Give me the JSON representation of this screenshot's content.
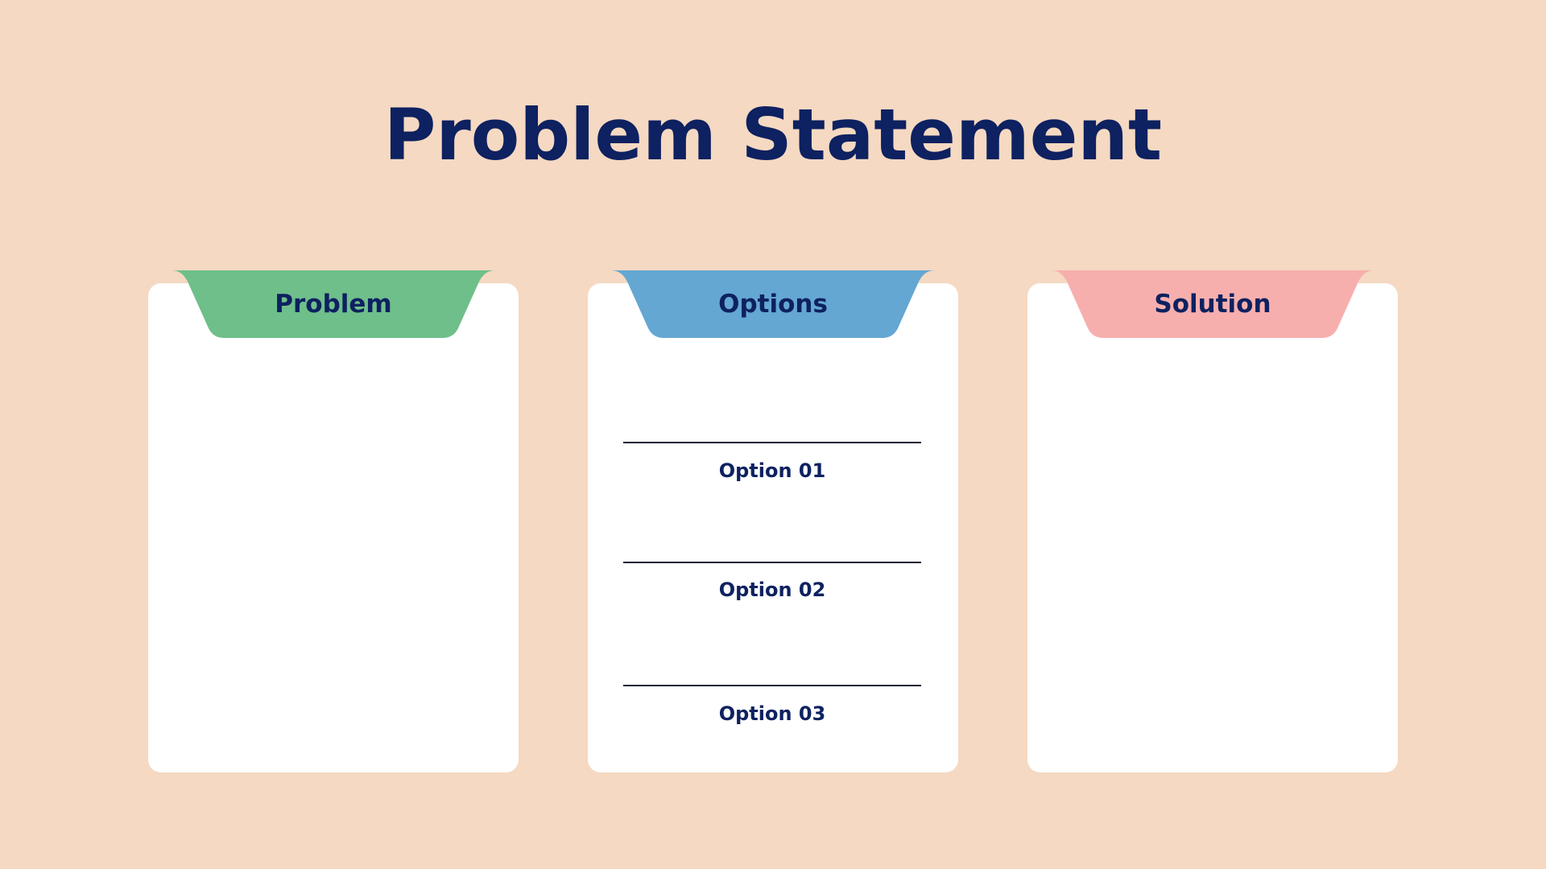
{
  "slide": {
    "title": "Problem Statement",
    "background_color": "#F5D9C2",
    "text_color": "#0E2160"
  },
  "columns": [
    {
      "id": "problem",
      "label": "Problem",
      "tab_color": "#6FBF8A",
      "content": ""
    },
    {
      "id": "options",
      "label": "Options",
      "tab_color": "#64A7D3",
      "options": [
        {
          "label": "Option 01"
        },
        {
          "label": "Option 02"
        },
        {
          "label": "Option 03"
        }
      ]
    },
    {
      "id": "solution",
      "label": "Solution",
      "tab_color": "#F7AFAE",
      "content": ""
    }
  ]
}
